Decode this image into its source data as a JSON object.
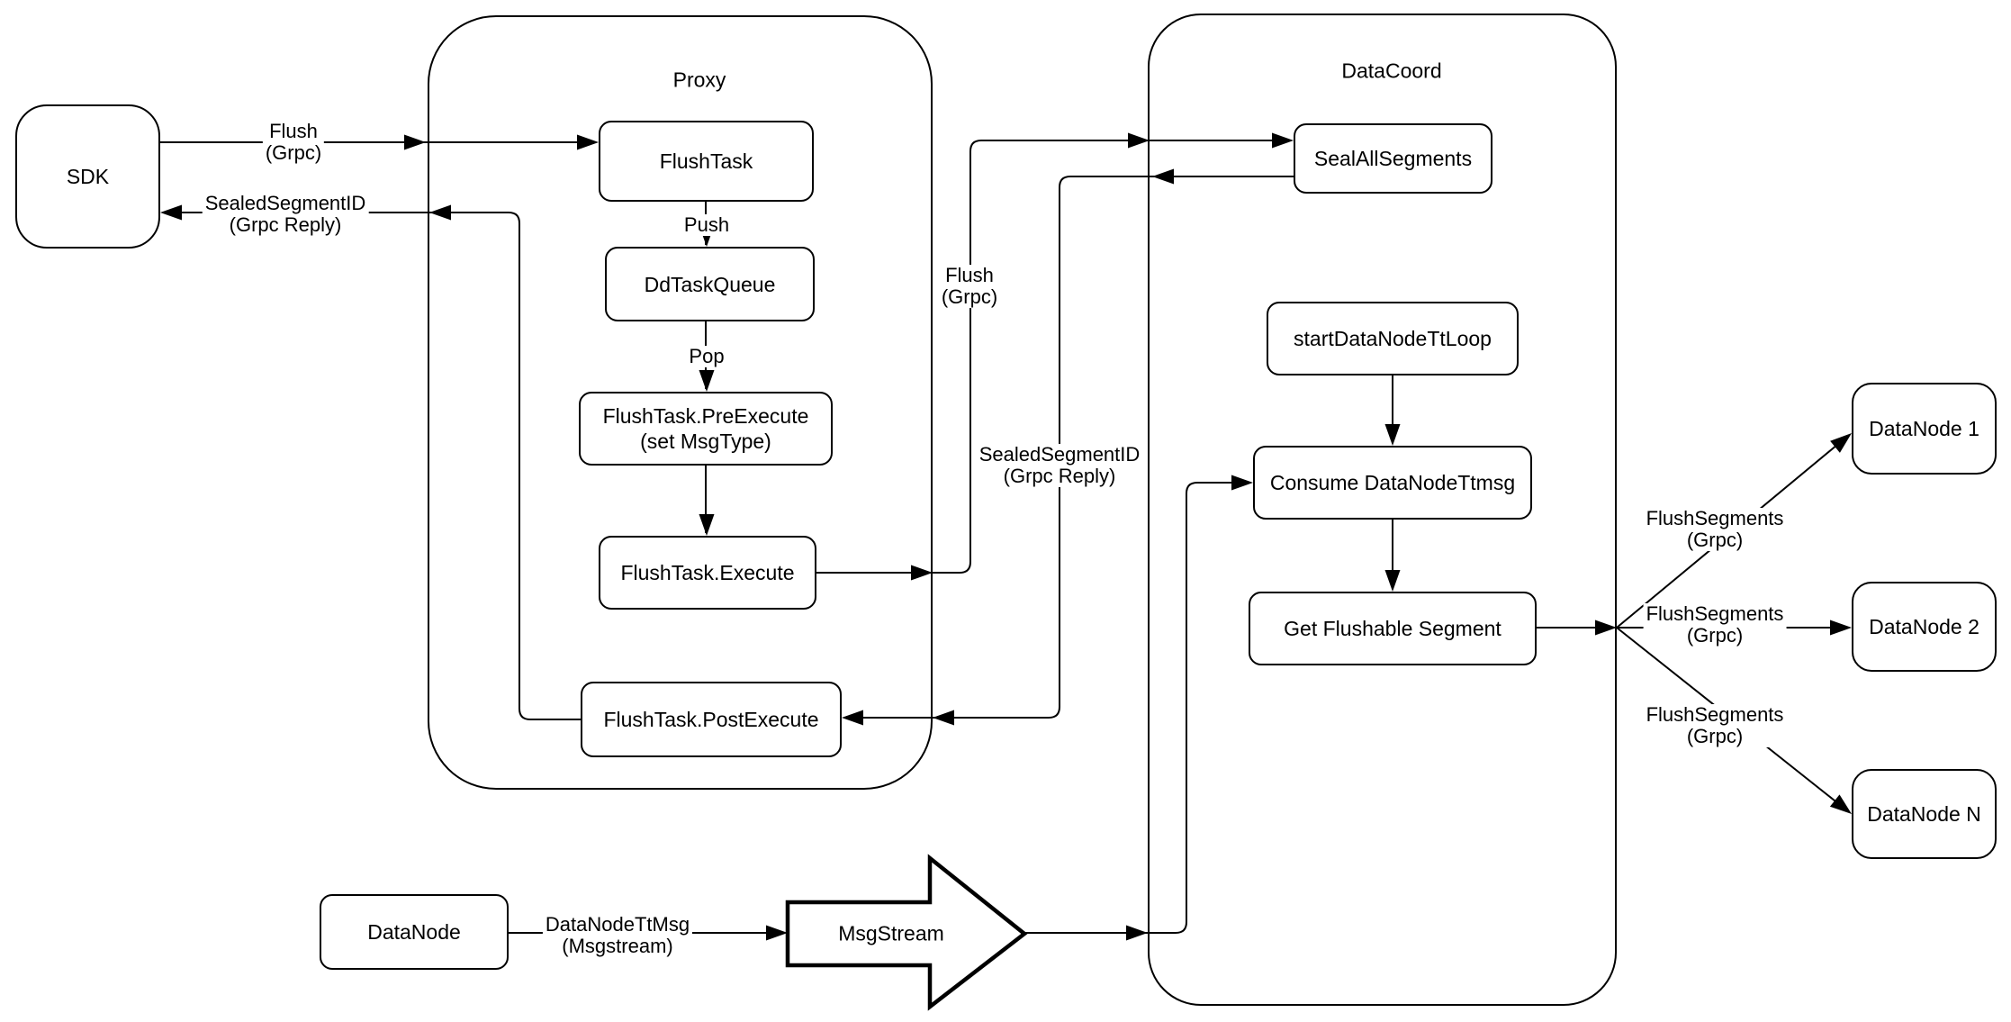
{
  "colors": {
    "stroke": "#000000",
    "background": "#ffffff"
  },
  "containers": {
    "proxy": {
      "title": "Proxy"
    },
    "datacoord": {
      "title": "DataCoord"
    }
  },
  "nodes": {
    "sdk": {
      "label": "SDK"
    },
    "flush_task": {
      "label": "FlushTask"
    },
    "dd_task_queue": {
      "label": "DdTaskQueue"
    },
    "pre_execute": {
      "line1": "FlushTask.PreExecute",
      "line2": "(set MsgType)"
    },
    "execute": {
      "label": "FlushTask.Execute"
    },
    "post_execute": {
      "label": "FlushTask.PostExecute"
    },
    "seal_all_segments": {
      "label": "SealAllSegments"
    },
    "start_datanode_tt_loop": {
      "label": "startDataNodeTtLoop"
    },
    "consume_datanode_ttmsg": {
      "label": "Consume DataNodeTtmsg"
    },
    "get_flushable_segment": {
      "label": "Get Flushable Segment"
    },
    "datanode_1": {
      "label": "DataNode 1"
    },
    "datanode_2": {
      "label": "DataNode 2"
    },
    "datanode_n": {
      "label": "DataNode N"
    },
    "datanode": {
      "label": "DataNode"
    },
    "msgstream": {
      "label": "MsgStream"
    }
  },
  "edge_labels": {
    "flush_sdk": {
      "line1": "Flush",
      "line2": "(Grpc)"
    },
    "sealed_sdk": {
      "line1": "SealedSegmentID",
      "line2": "(Grpc Reply)"
    },
    "push": {
      "label": "Push"
    },
    "pop": {
      "label": "Pop"
    },
    "flush_dc": {
      "line1": "Flush",
      "line2": "(Grpc)"
    },
    "sealed_dc": {
      "line1": "SealedSegmentID",
      "line2": "(Grpc Reply)"
    },
    "flush_segments_1": {
      "line1": "FlushSegments",
      "line2": "(Grpc)"
    },
    "flush_segments_2": {
      "line1": "FlushSegments",
      "line2": "(Grpc)"
    },
    "flush_segments_3": {
      "line1": "FlushSegments",
      "line2": "(Grpc)"
    },
    "datanode_ttmsg": {
      "line1": "DataNodeTtMsg",
      "line2": "(Msgstream)"
    }
  }
}
